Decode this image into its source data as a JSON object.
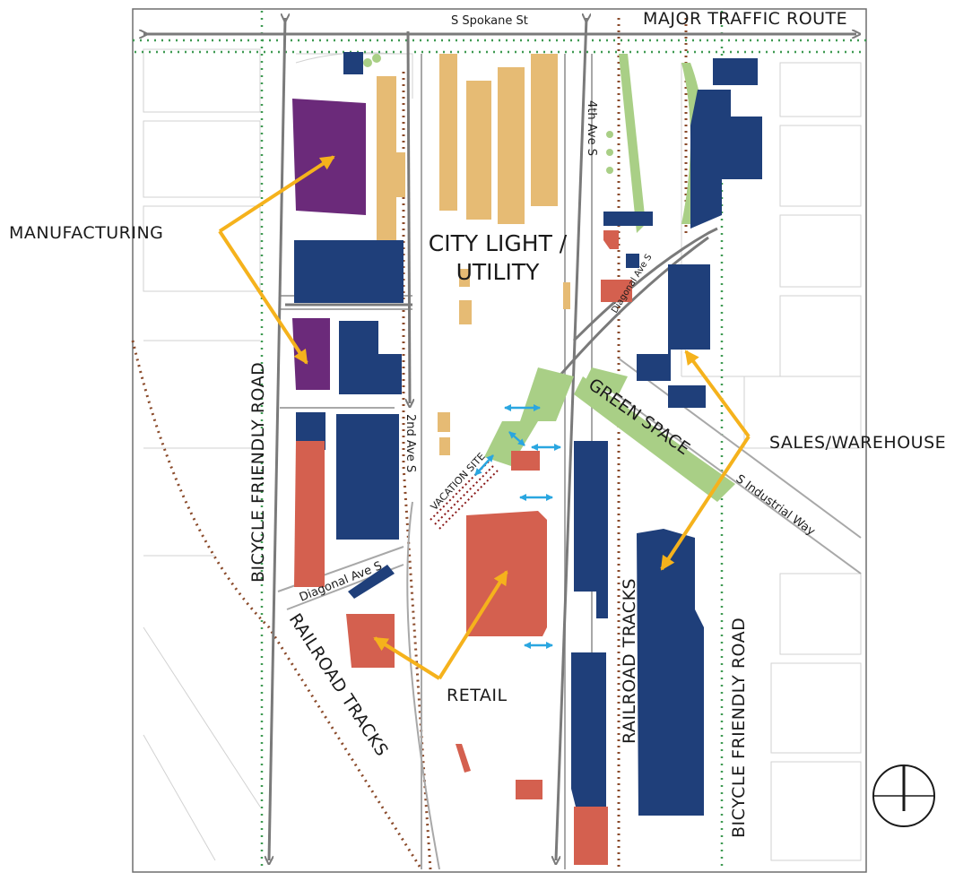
{
  "map": {
    "callouts": {
      "manufacturing": "MANUFACTURING",
      "city_light": [
        "CITY LIGHT /",
        "UTILITY"
      ],
      "sales_warehouse": "SALES/WAREHOUSE",
      "retail": "RETAIL",
      "green_space": "GREEN SPACE",
      "vacation_site": "VACATION SITE",
      "major_traffic_route": "MAJOR TRAFFIC ROUTE",
      "bicycle_road_west": "BICYCLE FRIENDLY ROAD",
      "bicycle_road_east": "BICYCLE FRIENDLY ROAD",
      "railroad_tracks_sw": "RAILROAD TRACKS",
      "railroad_tracks_center": "RAILROAD TRACKS"
    },
    "streets": {
      "spokane": "S Spokane St",
      "fourth_ave": "4th Ave S",
      "second_ave": "2nd Ave S",
      "diagonal_west": "Diagonal Ave S",
      "diagonal_east": "Diagonal Ave S",
      "industrial_way": "S Industrial Way"
    },
    "legend_colors": {
      "manufacturing": "#6b2a7a",
      "utility": "#e6bb74",
      "sales_warehouse": "#1f3f7a",
      "retail": "#d4604f",
      "green_space": "#a9cf86",
      "arrow": "#f5b21c",
      "access": "#2aa6e0"
    }
  }
}
